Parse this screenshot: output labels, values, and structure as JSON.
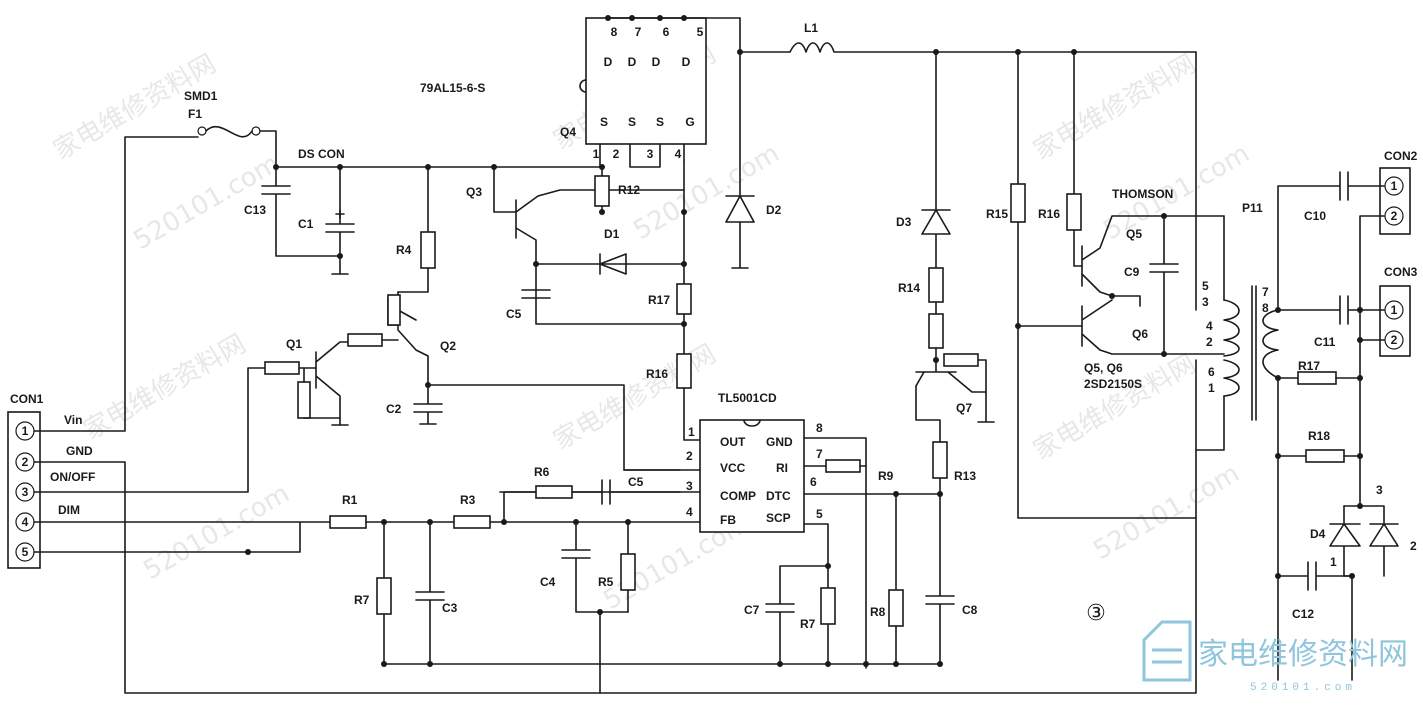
{
  "colors": {
    "wire": "#1a1a1a",
    "watermark": "#d8d8d8",
    "logo": "#8fc6dd"
  },
  "watermark": {
    "cn": "家电维修资料网",
    "url": "520101.com"
  },
  "logo": {
    "text": "家电维修资料网",
    "sub": "520101.com"
  },
  "figure_number": "③",
  "connectors": {
    "con1": "CON1",
    "con2": "CON2",
    "con3": "CON3",
    "con1_pins": [
      "1",
      "2",
      "3",
      "4",
      "5"
    ],
    "con2_pins": [
      "1",
      "2"
    ],
    "con3_pins": [
      "1",
      "2"
    ],
    "vin": "Vin",
    "gnd": "GND",
    "onoff": "ON/OFF",
    "dim": "DIM"
  },
  "labels": {
    "smd1": "SMD1",
    "f1": "F1",
    "ds_con": "DS CON",
    "reg": "79AL15-6-S",
    "c13": "C13",
    "c1": "C1",
    "r4": "R4",
    "q1": "Q1",
    "q2": "Q2",
    "c2": "C2",
    "q3": "Q3",
    "r12": "R12",
    "d1": "D1",
    "c5a": "C5",
    "r17a": "R17",
    "r16a": "R16",
    "q4": "Q4",
    "d2": "D2",
    "l1": "L1",
    "ic": "TL5001CD",
    "ic_pins_left": [
      "OUT",
      "VCC",
      "COMP",
      "FB"
    ],
    "ic_pins_right": [
      "GND",
      "RI",
      "DTC",
      "SCP"
    ],
    "ic_pin_numbers": [
      "1",
      "2",
      "3",
      "4",
      "8",
      "7",
      "6",
      "5"
    ],
    "q4_top_pins": [
      "8",
      "7",
      "6",
      "5"
    ],
    "q4_top_letters": [
      "D",
      "D",
      "D",
      "D"
    ],
    "q4_bottom_letters": [
      "S",
      "S",
      "S",
      "G"
    ],
    "q4_bottom_pins": [
      "1",
      "2",
      "3",
      "4"
    ],
    "r1": "R1",
    "r3": "R3",
    "r6": "R6",
    "c5b": "C5",
    "r7a": "R7",
    "c3": "C3",
    "c4": "C4",
    "r5": "R5",
    "c7": "C7",
    "r7b": "R7",
    "r8": "R8",
    "r9": "R9",
    "r13": "R13",
    "c8": "C8",
    "d3": "D3",
    "r14": "R14",
    "q7": "Q7",
    "r15": "R15",
    "r16b": "R16",
    "thomson": "THOMSON",
    "q5": "Q5",
    "c9": "C9",
    "q6": "Q6",
    "q56": "Q5, Q6",
    "part": "2SD2150S",
    "p11": "P11",
    "t_pins_a": [
      "5",
      "3",
      "4",
      "2",
      "6",
      "1"
    ],
    "t_pins_b": [
      "7",
      "8"
    ],
    "c10": "C10",
    "c11": "C11",
    "r17b": "R17",
    "r18": "R18",
    "d4": "D4",
    "d4_pin3": "3",
    "d4_pin2": "2",
    "d4_pin1": "1",
    "c12": "C12"
  }
}
